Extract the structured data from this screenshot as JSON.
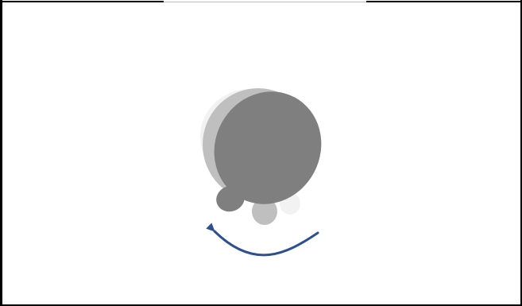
{
  "diagram": {
    "colors": {
      "background": "#ffffff",
      "frame": "#000000",
      "shape_front": "#7f7f7f",
      "shape_middle": "#bfbfbf",
      "shape_back": "#f2f2f2",
      "arrow": "#2e5090"
    },
    "elements": [
      "back-rotation-ghost",
      "middle-rotation-ghost",
      "front-rotated-shape",
      "counterclockwise-rotation-arrow"
    ]
  }
}
